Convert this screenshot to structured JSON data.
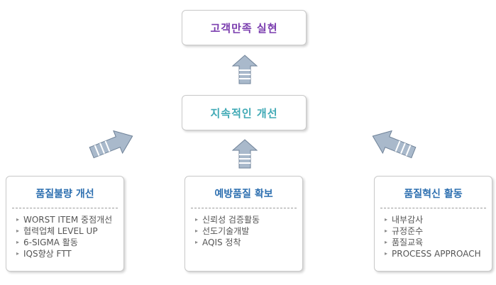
{
  "colors": {
    "goal_text": "#7a3cae",
    "improve_text": "#3fa9b5",
    "card_title": "#2d6fb0",
    "arrow_fill": "#a9b9cb",
    "arrow_stroke": "#6f8298"
  },
  "goal": {
    "label": "고객만족 실현"
  },
  "improve": {
    "label": "지속적인 개선"
  },
  "cards": [
    {
      "title": "품질불량 개선",
      "items": [
        "WORST ITEM 중점개선",
        "협력업체 LEVEL UP",
        "6-SIGMA 활동",
        "IQS향상 FTT"
      ]
    },
    {
      "title": "예방품질 확보",
      "items": [
        "신뢰성 검증활동",
        "선도기술개발",
        "AQIS 정착"
      ]
    },
    {
      "title": "품질혁신 활동",
      "items": [
        "내부감사",
        "규정준수",
        "품질교육",
        "PROCESS APPROACH"
      ]
    }
  ]
}
